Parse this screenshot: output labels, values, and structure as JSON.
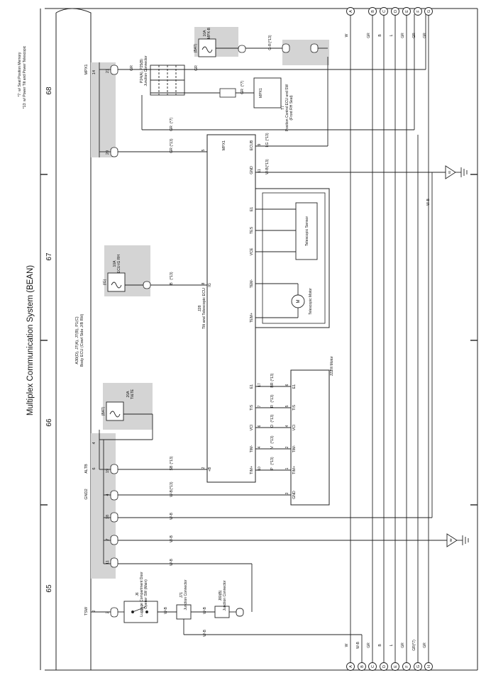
{
  "page_title": "Multiplex Communication System (BEAN)",
  "page_numbers": [
    "68",
    "67",
    "66",
    "65"
  ],
  "notes": [
    "*7: w/ Seat Position Memory",
    "*13: w/ Power Tilt and Power Telescopic"
  ],
  "body_ecu": {
    "label_1": "A30(D), J7(A), J7(B), P1(C)",
    "label_2": "Body ECU (Cowl Side J/B RH)",
    "pins": {
      "mpx1": "MPX1",
      "altb": "ALTB",
      "gnd2": "GND2",
      "tsw": "TSW",
      "p14": "14",
      "p6": "6",
      "p4": "4",
      "p2": "2",
      "c21": "21",
      "c20": "20",
      "c19": "19",
      "c18": "18",
      "c7": "7",
      "c11": "11"
    }
  },
  "tilt_ecu": {
    "code": "J28",
    "name": "Tilt and Telescopic ECU",
    "pins": [
      "MPX1",
      "ECUB",
      "GND",
      "E1",
      "TES",
      "VCE",
      "TEM-",
      "TEM+",
      "IG",
      "+B",
      "E1",
      "TIS",
      "VCI",
      "TIM-",
      "TIM+"
    ],
    "pin_numbers": [
      "5",
      "9",
      "11",
      "8",
      "2",
      "17",
      "7",
      "6",
      "4",
      "10"
    ]
  },
  "tilt_motor": {
    "code": "J22",
    "name": "Tilt Motor",
    "pins": [
      "E1",
      "TIS",
      "VCI",
      "TIM-",
      "TIM+",
      "GND"
    ],
    "pin_numbers": [
      "6",
      "5",
      "4",
      "2",
      "1",
      "3"
    ]
  },
  "telescopic": {
    "sensor": "Telescopic Sensor",
    "motor": "Telescopic Motor",
    "motor_symbol": "M"
  },
  "fuses": {
    "mpx_b": {
      "source": "(BAT)",
      "rating": "10A",
      "name": "MPX-B"
    },
    "ecu_ig": {
      "source": "(IG)",
      "rating": "10A",
      "name": "ECU-IG RH"
    },
    "tilt": {
      "source": "(BAT)",
      "rating": "20A",
      "name": "TI&TE"
    }
  },
  "junction_p24": {
    "code": "P24(A), P25(B)",
    "name": "Junction Connector"
  },
  "position_ecu": {
    "code": "T7",
    "name": "Position Control ECU and SW",
    "sub": "(Front RH Seat)",
    "pin": "MPX1"
  },
  "luggage_sw": {
    "code": "J6",
    "name": "Luggage Compartment Door",
    "name2": "Opener SW (Main)"
  },
  "j71": {
    "code": "J71",
    "name": "Junction Connector"
  },
  "j80": {
    "code": "J80(B)",
    "name": "Junction Connector"
  },
  "wire_labels": {
    "gr": "GR",
    "lg": "LG",
    "wb": "W-B",
    "b": "B",
    "sb": "SB",
    "gr_r": "G-R",
    "l": "L",
    "w": "W",
    "p": "P",
    "v": "V",
    "o": "O",
    "r": "R",
    "br": "BR",
    "gr7": "GR(*7)",
    "n13": "(*13)",
    "n7": "(*7)"
  },
  "connector_labels": [
    "A",
    "B",
    "C",
    "D",
    "E",
    "F",
    "G",
    "H"
  ],
  "ground_labels": [
    "IG",
    "IM"
  ]
}
